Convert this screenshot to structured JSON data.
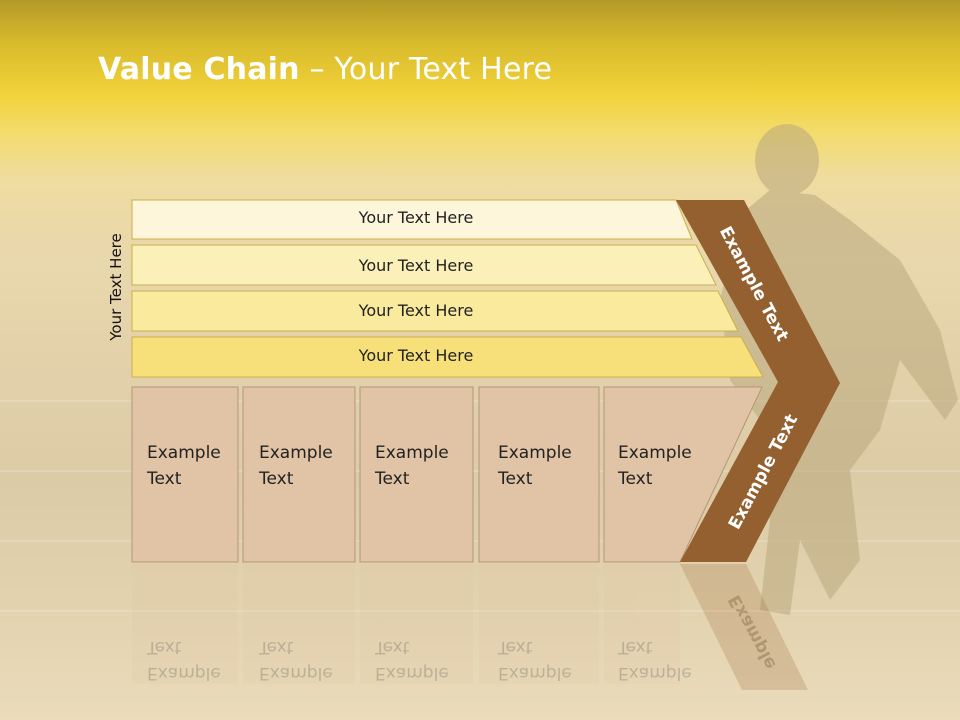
{
  "title": {
    "bold": "Value Chain",
    "rest": " – Your Text Here"
  },
  "side_label": "Your Text Here",
  "rows": [
    {
      "label": "Your Text Here",
      "fill": "#fdf6da"
    },
    {
      "label": "Your Text Here",
      "fill": "#fbf0b8"
    },
    {
      "label": "Your Text Here",
      "fill": "#f9ea9d"
    },
    {
      "label": "Your Text Here",
      "fill": "#f7e07a"
    }
  ],
  "boxes": [
    {
      "line1": "Example",
      "line2": "Text"
    },
    {
      "line1": "Example",
      "line2": "Text"
    },
    {
      "line1": "Example",
      "line2": "Text"
    },
    {
      "line1": "Example",
      "line2": "Text"
    },
    {
      "line1": "Example",
      "line2": "Text"
    }
  ],
  "chevron": {
    "top_label": "Example Text",
    "bottom_label": "Example Text",
    "reflection_label": "Example"
  },
  "colors": {
    "chevron": "#946030",
    "box_fill": "#e1c3a5",
    "box_border": "#b3977b",
    "row_border": "#c9b04a"
  }
}
